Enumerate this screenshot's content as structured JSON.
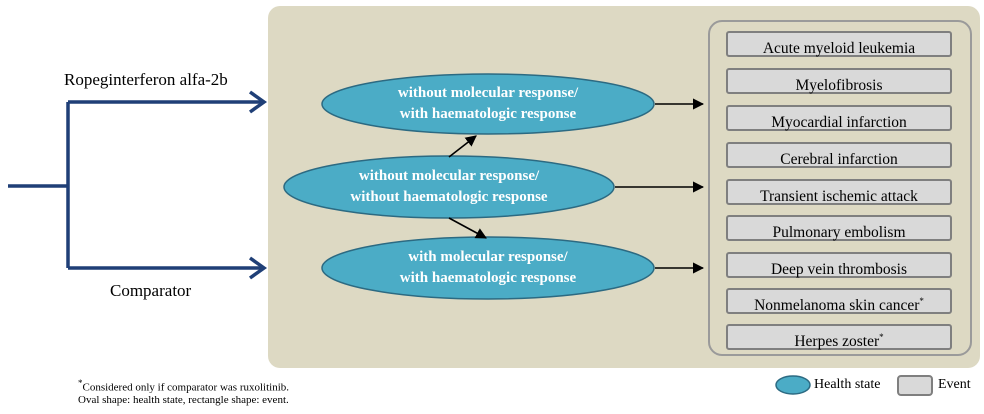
{
  "arms": {
    "top": "Ropeginterferon alfa-2b",
    "bottom": "Comparator"
  },
  "health_states": [
    {
      "line1": "without molecular response/",
      "line2": "with haematologic response"
    },
    {
      "line1": "without molecular response/",
      "line2": "without haematologic response"
    },
    {
      "line1": "with molecular response/",
      "line2": "with haematologic response"
    }
  ],
  "events": [
    {
      "label": "Acute myeloid leukemia",
      "mark": ""
    },
    {
      "label": "Myelofibrosis",
      "mark": ""
    },
    {
      "label": "Myocardial infarction",
      "mark": ""
    },
    {
      "label": "Cerebral infarction",
      "mark": ""
    },
    {
      "label": "Transient ischemic attack",
      "mark": ""
    },
    {
      "label": "Pulmonary embolism",
      "mark": ""
    },
    {
      "label": "Deep vein thrombosis",
      "mark": ""
    },
    {
      "label": "Nonmelanoma skin cancer",
      "mark": "*"
    },
    {
      "label": "Herpes zoster",
      "mark": "*"
    }
  ],
  "footnotes": {
    "mark": "*",
    "line1": "Considered only if comparator was ruxolitinib.",
    "line2": "Oval shape: health state, rectangle shape: event."
  },
  "legend": {
    "health_state": "Health state",
    "event": "Event"
  },
  "colors": {
    "panel": "#ddd9c3",
    "ellipse_fill": "#4bacc6",
    "ellipse_stroke": "#2c6a82",
    "arm_line": "#1f3f77",
    "event_fill": "#d9d9d9"
  }
}
